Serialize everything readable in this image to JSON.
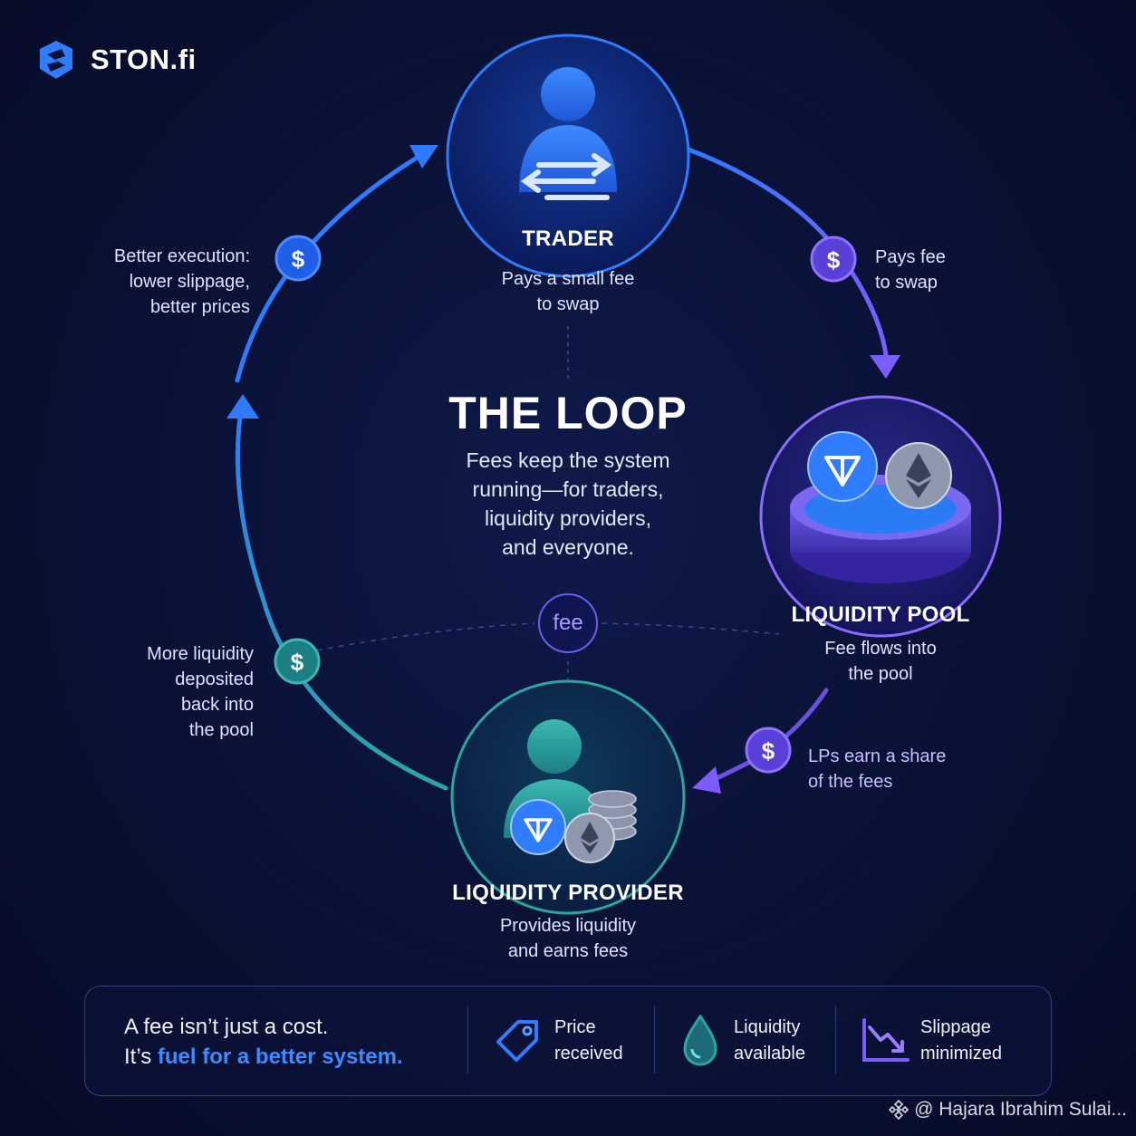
{
  "brand": {
    "name": "STON.fi"
  },
  "center": {
    "title": "THE LOOP",
    "description_lines": [
      "Fees keep the system",
      "running—for traders,",
      "liquidity providers,",
      "and everyone."
    ],
    "fee_label": "fee"
  },
  "nodes": {
    "trader": {
      "title": "TRADER",
      "subtitle_lines": [
        "Pays a small fee",
        "to swap"
      ]
    },
    "pool": {
      "title": "LIQUIDITY POOL",
      "subtitle_lines": [
        "Fee flows into",
        "the pool"
      ]
    },
    "provider": {
      "title": "LIQUIDITY PROVIDER",
      "subtitle_lines": [
        "Provides liquidity",
        "and earns fees"
      ]
    }
  },
  "edges": {
    "trader_to_pool": [
      "Pays fee",
      "to swap"
    ],
    "pool_to_provider": [
      "LPs earn a share",
      "of the fees"
    ],
    "provider_to_pool_side": [
      "More liquidity",
      "deposited",
      "back into",
      "the pool"
    ],
    "side_to_trader": [
      "Better execution:",
      "lower slippage,",
      "better prices"
    ]
  },
  "coin_symbol": "$",
  "footer": {
    "line1": "A fee isn’t just a cost.",
    "line2_prefix": "It’s ",
    "line2_accent": "fuel for a better system.",
    "features": [
      {
        "icon": "price-tag-icon",
        "lines": [
          "Price",
          "received"
        ]
      },
      {
        "icon": "water-drop-icon",
        "lines": [
          "Liquidity",
          "available"
        ]
      },
      {
        "icon": "trend-down-icon",
        "lines": [
          "Slippage",
          "minimized"
        ]
      }
    ]
  },
  "watermark": "@ Hajara Ibrahim Sulai...",
  "colors": {
    "background": "#0a1238",
    "blue": "#2e7bff",
    "purple": "#7a5cff",
    "teal": "#2aa6a0",
    "accent_text": "#3b8cff"
  }
}
